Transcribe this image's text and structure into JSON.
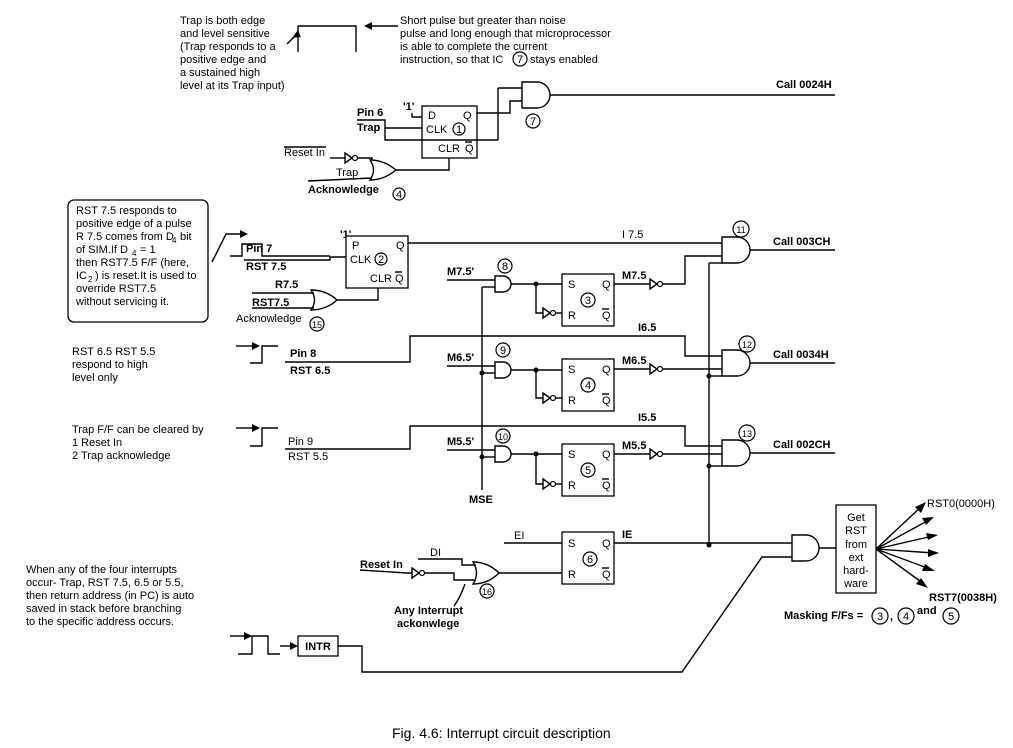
{
  "caption": "Fig. 4.6: Interrupt circuit description",
  "notes": {
    "trap_sensitive": [
      "Trap is both edge",
      "and level sensitive",
      "(Trap responds to a",
      "positive edge and",
      "a sustained high",
      "level at its Trap input)"
    ],
    "short_pulse": [
      "Short pulse but greater than noise",
      "pulse and long enough that microprocessor",
      "is able to complete  the current",
      "instruction, so that IC",
      "stays enabled"
    ],
    "rst75_note": [
      "RST 7.5 responds to",
      "positive edge of a pulse",
      "R 7.5 comes from D",
      "bit",
      "of SIM.If D",
      "= 1",
      "then RST7.5 F/F (here,",
      "IC",
      ") is reset.It is used to",
      "override RST7.5",
      "without servicing it."
    ],
    "rst_high": [
      "RST 6.5 RST 5.5",
      "respond to high",
      "level only"
    ],
    "trap_cleared": [
      "Trap F/F can be cleared by",
      "1  Reset In",
      "2  Trap acknowledge"
    ],
    "auto_saved": [
      "When any of the four interrupts",
      "occur- Trap, RST 7.5, 6.5 or 5.5,",
      "then return address (in PC) is auto",
      "saved in stack before branching",
      "to the specific address occurs."
    ],
    "sub4": "4",
    "sub2": "2"
  },
  "signals": {
    "pin6": "Pin 6",
    "trap": "Trap",
    "reset_in": "Reset In",
    "trap_small": "Trap",
    "acknowledge": "Acknowledge",
    "pin7": "Pin 7",
    "rst75": "RST 7.5",
    "r75": "R7.5",
    "rst75_ack": "RST7.5",
    "acknowledge2": "Acknowledge",
    "pin8": "Pin 8",
    "rst65": "RST 6.5",
    "pin9": "Pin 9",
    "rst55": "RST 5.5",
    "m75p": "M7.5'",
    "m65p": "M6.5'",
    "m55p": "M5.5'",
    "m75": "M7.5",
    "m65": "M6.5",
    "m55": "M5.5",
    "i75": "I 7.5",
    "i65": "I6.5",
    "i55": "I5.5",
    "mse": "MSE",
    "ei": "EI",
    "ie": "IE",
    "di": "DI",
    "reset_in2": "Reset In",
    "any_interrupt": "Any Interrupt",
    "acknowledge3": "ackonwlege",
    "intr": "INTR",
    "one_a": "'1'",
    "one_b": "'1'"
  },
  "ff_pins": {
    "d": "D",
    "q": "Q",
    "clk": "CLK",
    "clr": "CLR",
    "qbar": "Q",
    "p": "P",
    "s": "S",
    "r": "R"
  },
  "outputs": {
    "call24": "Call 0024H",
    "call3c": "Call 003CH",
    "call34": "Call 0034H",
    "call2c": "Call 002CH",
    "rst0": "RST0(0000H)",
    "rst7": "RST7(0038H)"
  },
  "get_rst": [
    "Get",
    "RST",
    "from",
    "ext",
    "hard-",
    "ware"
  ],
  "masking": "Masking F/Fs =",
  "and_word": "and",
  "comma": ",",
  "ic_numbers": {
    "n1": "1",
    "n2": "2",
    "n3": "3",
    "n4": "4",
    "n5": "5",
    "n6": "6",
    "n7": "7",
    "n7b": "7",
    "n11": "11",
    "n12": "12",
    "n13": "13",
    "n15": "15",
    "n16": "16",
    "n9": "9",
    "n10": "10",
    "n8": "8",
    "n4b": "4",
    "m3": "3",
    "m4": "4",
    "m5": "5"
  }
}
